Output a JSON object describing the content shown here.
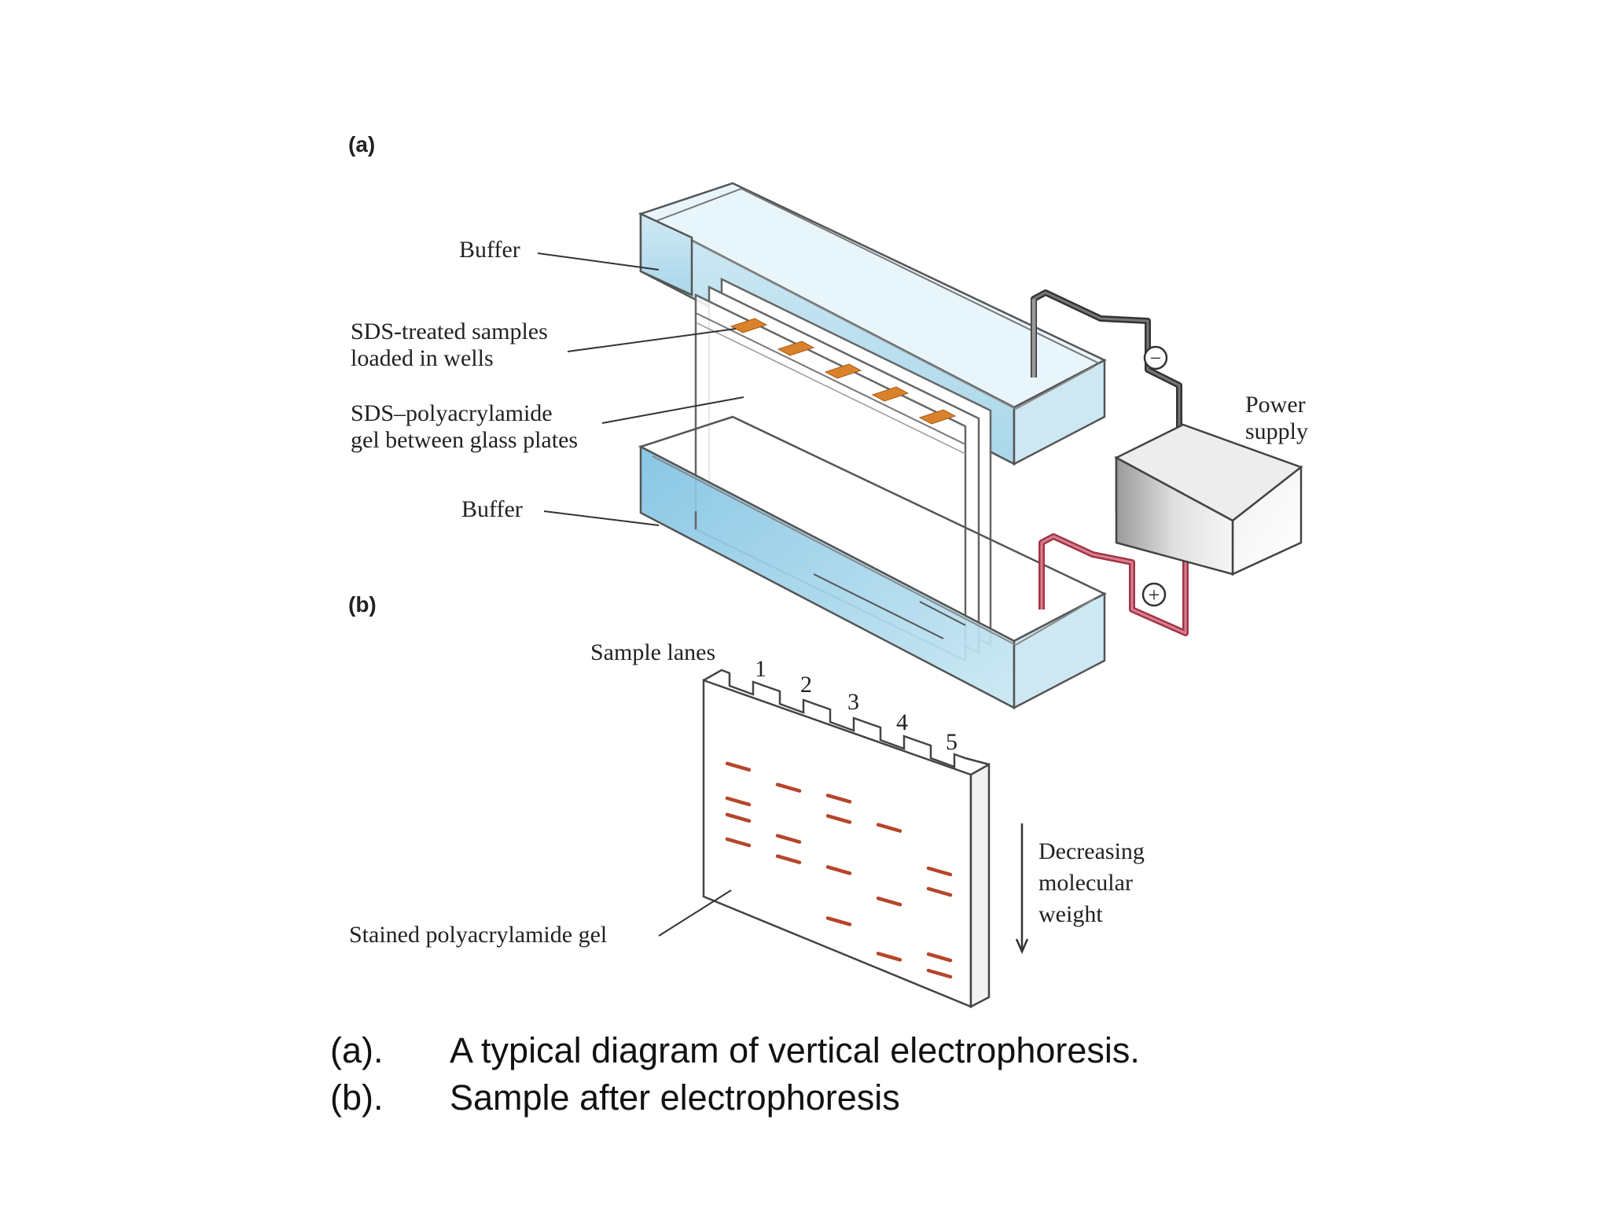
{
  "panel_a_tag": "(a)",
  "panel_b_tag": "(b)",
  "labels": {
    "buffer_top": "Buffer",
    "samples_line1": "SDS-treated samples",
    "samples_line2": "loaded in wells",
    "gel_line1": "SDS–polyacrylamide",
    "gel_line2": "gel between glass plates",
    "buffer_bottom": "Buffer",
    "power_line1": "Power",
    "power_line2": "supply",
    "minus_sign": "−",
    "plus_sign": "+",
    "sample_lanes": "Sample lanes",
    "lane_numbers": [
      "1",
      "2",
      "3",
      "4",
      "5"
    ],
    "mw_line1": "Decreasing",
    "mw_line2": "molecular",
    "mw_line3": "weight",
    "stained_gel": "Stained polyacrylamide gel"
  },
  "captions": [
    {
      "tag": "(a).",
      "text": "A typical diagram of vertical electrophoresis."
    },
    {
      "tag": "(b).",
      "text": "Sample  after electrophoresis"
    }
  ],
  "colors": {
    "buffer": "#bfe3f1",
    "sample_well": "#d9822b",
    "band": "#b5452a",
    "cathode_wire": "#333333",
    "anode_wire": "#b04050"
  },
  "gel_bands": {
    "lanes": 5,
    "bands_per_lane": [
      [
        0.08,
        0.25,
        0.33,
        0.45
      ],
      [
        0.13,
        0.38,
        0.48
      ],
      [
        0.13,
        0.23,
        0.48,
        0.73
      ],
      [
        0.22,
        0.58,
        0.85
      ],
      [
        0.38,
        0.48,
        0.8,
        0.88
      ]
    ]
  }
}
